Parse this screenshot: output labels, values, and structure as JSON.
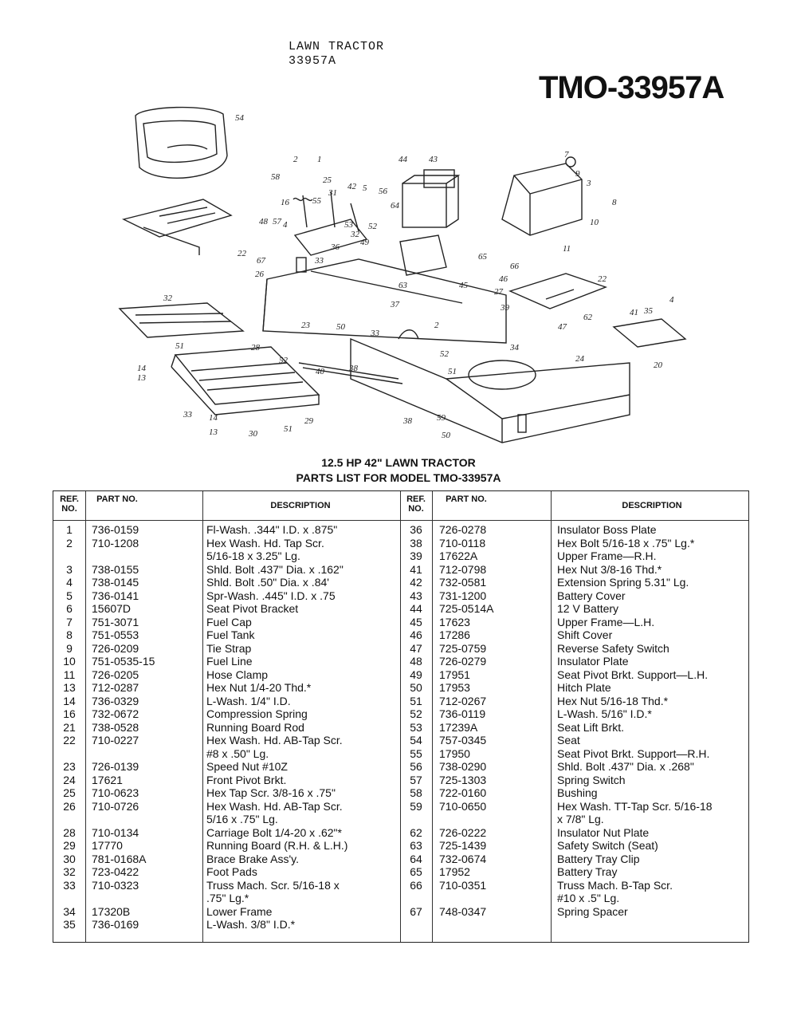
{
  "header": {
    "line1": "LAWN TRACTOR",
    "line2": "33957A",
    "model": "TMO-33957A"
  },
  "diagram": {
    "callouts": [
      "54",
      "58",
      "2",
      "1",
      "25",
      "16",
      "55",
      "31",
      "42",
      "5",
      "56",
      "44",
      "43",
      "7",
      "9",
      "3",
      "8",
      "10",
      "11",
      "64",
      "48",
      "57",
      "4",
      "53",
      "52",
      "32",
      "49",
      "22",
      "36",
      "33",
      "67",
      "65",
      "66",
      "46",
      "22",
      "26",
      "63",
      "45",
      "47",
      "62",
      "41",
      "35",
      "4",
      "32",
      "23",
      "50",
      "37",
      "33",
      "39",
      "2",
      "27",
      "28",
      "38",
      "40",
      "52",
      "51",
      "14",
      "13",
      "52",
      "51",
      "34",
      "24",
      "20",
      "33",
      "14",
      "13",
      "30",
      "51",
      "29",
      "38",
      "59",
      "50"
    ]
  },
  "titles": {
    "line1": "12.5 HP 42\" LAWN TRACTOR",
    "line2": "PARTS LIST FOR MODEL TMO-33957A"
  },
  "table": {
    "headers": {
      "ref": "REF. NO.",
      "part": "PART NO.",
      "desc": "DESCRIPTION"
    },
    "left": [
      {
        "ref": "1",
        "part": "736-0159",
        "desc": "Fl-Wash. .344\" I.D. x .875\""
      },
      {
        "ref": "2",
        "part": "710-1208",
        "desc": "Hex Wash. Hd. Tap Scr."
      },
      {
        "ref": "",
        "part": "",
        "desc": "5/16-18 x 3.25\" Lg."
      },
      {
        "ref": "3",
        "part": "738-0155",
        "desc": "Shld. Bolt .437\" Dia. x .162\""
      },
      {
        "ref": "4",
        "part": "738-0145",
        "desc": "Shld. Bolt .50\" Dia. x .84'"
      },
      {
        "ref": "5",
        "part": "736-0141",
        "desc": "Spr-Wash. .445\" I.D. x .75"
      },
      {
        "ref": "6",
        "part": "15607D",
        "desc": "Seat Pivot Bracket"
      },
      {
        "ref": "7",
        "part": "751-3071",
        "desc": "Fuel Cap"
      },
      {
        "ref": "8",
        "part": "751-0553",
        "desc": "Fuel Tank"
      },
      {
        "ref": "9",
        "part": "726-0209",
        "desc": "Tie Strap"
      },
      {
        "ref": "10",
        "part": "751-0535-15",
        "desc": "Fuel Line"
      },
      {
        "ref": "11",
        "part": "726-0205",
        "desc": "Hose Clamp"
      },
      {
        "ref": "13",
        "part": "712-0287",
        "desc": "Hex Nut 1/4-20 Thd.*"
      },
      {
        "ref": "14",
        "part": "736-0329",
        "desc": "L-Wash. 1/4\" I.D."
      },
      {
        "ref": "16",
        "part": "732-0672",
        "desc": "Compression Spring"
      },
      {
        "ref": "21",
        "part": "738-0528",
        "desc": "Running Board Rod"
      },
      {
        "ref": "22",
        "part": "710-0227",
        "desc": "Hex Wash. Hd. AB-Tap Scr."
      },
      {
        "ref": "",
        "part": "",
        "desc": "#8 x .50\" Lg."
      },
      {
        "ref": "23",
        "part": "726-0139",
        "desc": "Speed Nut #10Z"
      },
      {
        "ref": "24",
        "part": "17621",
        "desc": "Front Pivot Brkt."
      },
      {
        "ref": "25",
        "part": "710-0623",
        "desc": "Hex Tap Scr. 3/8-16 x .75\""
      },
      {
        "ref": "26",
        "part": "710-0726",
        "desc": "Hex Wash. Hd. AB-Tap Scr."
      },
      {
        "ref": "",
        "part": "",
        "desc": "5/16 x .75\" Lg."
      },
      {
        "ref": "28",
        "part": "710-0134",
        "desc": "Carriage Bolt 1/4-20 x .62\"*"
      },
      {
        "ref": "29",
        "part": "17770",
        "desc": "Running Board (R.H. & L.H.)"
      },
      {
        "ref": "30",
        "part": "781-0168A",
        "desc": "Brace Brake Ass'y."
      },
      {
        "ref": "32",
        "part": "723-0422",
        "desc": "Foot Pads"
      },
      {
        "ref": "33",
        "part": "710-0323",
        "desc": "Truss Mach. Scr. 5/16-18 x"
      },
      {
        "ref": "",
        "part": "",
        "desc": ".75\" Lg.*"
      },
      {
        "ref": "34",
        "part": "17320B",
        "desc": "Lower Frame"
      },
      {
        "ref": "35",
        "part": "736-0169",
        "desc": "L-Wash. 3/8\" I.D.*"
      }
    ],
    "right": [
      {
        "ref": "36",
        "part": "726-0278",
        "desc": "Insulator Boss Plate"
      },
      {
        "ref": "38",
        "part": "710-0118",
        "desc": "Hex Bolt 5/16-18 x .75\" Lg.*"
      },
      {
        "ref": "39",
        "part": "17622A",
        "desc": "Upper Frame—R.H."
      },
      {
        "ref": "41",
        "part": "712-0798",
        "desc": "Hex Nut 3/8-16 Thd.*"
      },
      {
        "ref": "42",
        "part": "732-0581",
        "desc": "Extension Spring 5.31\" Lg."
      },
      {
        "ref": "43",
        "part": "731-1200",
        "desc": "Battery Cover"
      },
      {
        "ref": "44",
        "part": "725-0514A",
        "desc": "12 V Battery"
      },
      {
        "ref": "45",
        "part": "17623",
        "desc": "Upper Frame—L.H."
      },
      {
        "ref": "46",
        "part": "17286",
        "desc": "Shift Cover"
      },
      {
        "ref": "47",
        "part": "725-0759",
        "desc": "Reverse Safety Switch"
      },
      {
        "ref": "48",
        "part": "726-0279",
        "desc": "Insulator Plate"
      },
      {
        "ref": "49",
        "part": "17951",
        "desc": "Seat Pivot Brkt. Support—L.H."
      },
      {
        "ref": "50",
        "part": "17953",
        "desc": "Hitch Plate"
      },
      {
        "ref": "51",
        "part": "712-0267",
        "desc": "Hex Nut 5/16-18 Thd.*"
      },
      {
        "ref": "52",
        "part": "736-0119",
        "desc": "L-Wash. 5/16\" I.D.*"
      },
      {
        "ref": "53",
        "part": "17239A",
        "desc": "Seat Lift Brkt."
      },
      {
        "ref": "54",
        "part": "757-0345",
        "desc": "Seat"
      },
      {
        "ref": "55",
        "part": "17950",
        "desc": "Seat Pivot Brkt. Support—R.H."
      },
      {
        "ref": "56",
        "part": "738-0290",
        "desc": "Shld. Bolt .437\" Dia. x .268\""
      },
      {
        "ref": "57",
        "part": "725-1303",
        "desc": "Spring Switch"
      },
      {
        "ref": "58",
        "part": "722-0160",
        "desc": "Bushing"
      },
      {
        "ref": "59",
        "part": "710-0650",
        "desc": "Hex Wash. TT-Tap Scr. 5/16-18"
      },
      {
        "ref": "",
        "part": "",
        "desc": "x 7/8\" Lg."
      },
      {
        "ref": "62",
        "part": "726-0222",
        "desc": "Insulator Nut Plate"
      },
      {
        "ref": "63",
        "part": "725-1439",
        "desc": "Safety Switch (Seat)"
      },
      {
        "ref": "64",
        "part": "732-0674",
        "desc": "Battery Tray Clip"
      },
      {
        "ref": "65",
        "part": "17952",
        "desc": "Battery Tray"
      },
      {
        "ref": "66",
        "part": "710-0351",
        "desc": "Truss Mach. B-Tap Scr."
      },
      {
        "ref": "",
        "part": "",
        "desc": "#10 x .5\" Lg."
      },
      {
        "ref": "67",
        "part": "748-0347",
        "desc": "Spring Spacer"
      }
    ]
  }
}
